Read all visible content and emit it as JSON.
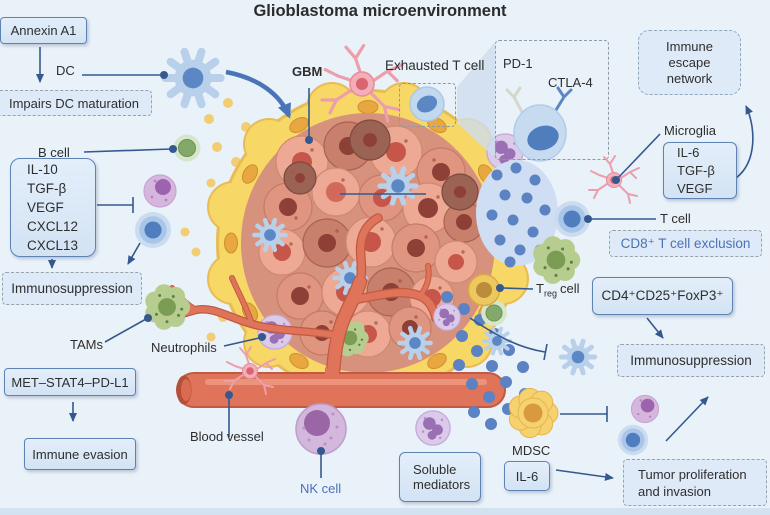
{
  "title": "Glioblastoma microenvironment",
  "colors": {
    "background": "#e9f1f9",
    "box_fill": "#d9e7f6",
    "box_border": "#5d82b4",
    "arrow": "#35598f",
    "highlight_text": "#4a72b8",
    "tumor_rim": "#f7d765",
    "tumor_cells": "#eda993",
    "vessel": "#e0745a"
  },
  "top_left": {
    "annexin_label": "Annexin A1",
    "dc_label": "DC",
    "impairs_label": "Impairs DC maturation"
  },
  "left": {
    "b_cell_label": "B cell",
    "cytokines": [
      "IL-10",
      "TGF-β",
      "VEGF",
      "CXCL12",
      "CXCL13"
    ],
    "immunosuppression_label": "Immunosuppression",
    "tams_label": "TAMs",
    "met_pathway_label": "MET–STAT4–PD-L1",
    "immune_evasion_label": "Immune evasion"
  },
  "center": {
    "gbm_label": "GBM",
    "neutrophils_label": "Neutrophils",
    "blood_vessel_label": "Blood vessel",
    "nk_cell_label": "NK cell",
    "soluble_mediators_label": "Soluble mediators"
  },
  "top_right": {
    "exhausted_t_label": "Exhausted T cell",
    "pd1_label": "PD-1",
    "ctla4_label": "CTLA-4",
    "immune_escape_label": "Immune escape network"
  },
  "right": {
    "microglia_label": "Microglia",
    "cytokines": [
      "IL-6",
      "TGF-β",
      "VEGF"
    ],
    "t_cell_label": "T cell",
    "cd8_exclusion_label": "CD8⁺ T cell exclusion",
    "treg_prefix": "T",
    "treg_sub": "reg",
    "treg_suffix": "cell",
    "cd4_markers_label": "CD4⁺CD25⁺FoxP3⁺",
    "immunosuppression_label": "Immunosuppression"
  },
  "bottom_right": {
    "mdsc_label": "MDSC",
    "il6_label": "IL-6",
    "tumor_proliferation_label": "Tumor proliferation and invasion"
  }
}
